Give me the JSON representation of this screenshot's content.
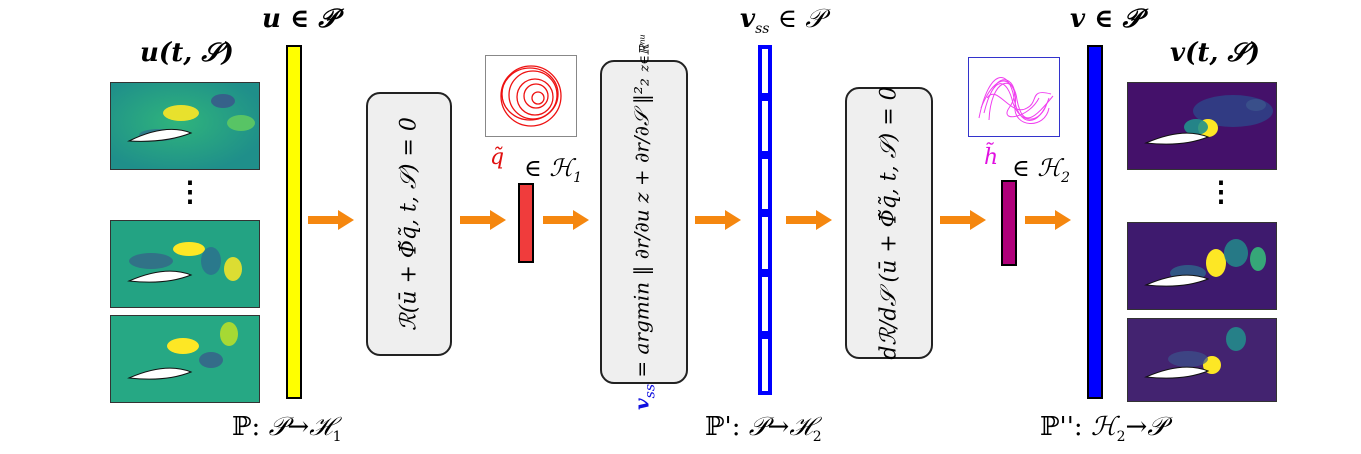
{
  "labels": {
    "u_in_P": "u ∈ 𝒫",
    "u_t_s": "u(t, 𝒮)",
    "v_ss_in_P": "v",
    "v_ss_sub": "ss",
    "v_ss_in_P_tail": "∈ 𝒫",
    "v_in_P": "v ∈ 𝒫",
    "v_t_s": "v(t, 𝒮)",
    "q_symbol": "q̃",
    "q_in": "∈ ℋ",
    "q_in_sub": "1",
    "h_symbol": "h̃",
    "h_in": "∈ ℋ",
    "h_in_sub": "2"
  },
  "boxes": {
    "residual_left": "ℛ(ū + Φ̃q̃, t, 𝒮) = 0",
    "argmin_v_ss": "v",
    "argmin_v_ss_sub": "ss",
    "argmin_rest": "= argmin ‖ ∂r/∂u z + ∂r/∂𝒮 ‖²₂",
    "argmin_under": "z∈ℝⁿᵘ",
    "sensitivity": "dℛ/d𝒮 (ū + Φ̃q̃, t, 𝒮) = 0"
  },
  "maps": {
    "p1_head": "ℙ:",
    "p1_body": "𝒫→ℋ",
    "p1_sub": "1",
    "p2_head": "ℙ':",
    "p2_body": "𝒫→ℋ",
    "p2_sub": "2",
    "p3_head": "ℙ'':",
    "p3_body": "ℋ",
    "p3_sub": "2",
    "p3_tail": "→𝒫"
  },
  "colors": {
    "arrow": "#f5870f",
    "bar_u": "#ffff00",
    "bar_q": "#f03c3c",
    "bar_v_ss": "#0000ff",
    "bar_h": "#b0007a",
    "bar_v": "#0000ff",
    "q_label": "#e01010",
    "h_label": "#e010e0",
    "v_ss_blue": "#1010e0"
  }
}
